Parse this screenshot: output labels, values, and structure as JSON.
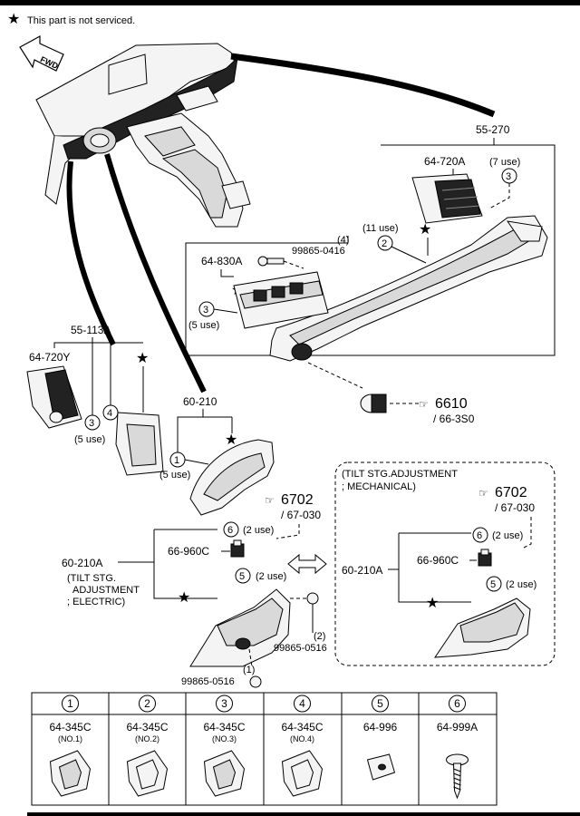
{
  "header": {
    "star": "★",
    "note": "This part is not serviced."
  },
  "fwd_label": "FWD",
  "group_top_right": {
    "title": "55-270",
    "p720A": "64-720A",
    "use7": "(7 use)",
    "use11": "(11 use)",
    "bolt": "99865-0416",
    "bolt_qty": "(4)",
    "p830A": "64-830A",
    "use5": "(5 use)",
    "ref_num": "6610",
    "ref_sub": "/ 66-3S0"
  },
  "group_left": {
    "title": "55-113A",
    "p720Y": "64-720Y",
    "use5": "(5 use)"
  },
  "group_center": {
    "title": "60-210",
    "use5": "(5 use)",
    "ref_num": "6702",
    "ref_sub": "/ 67-030"
  },
  "group_bottom_left": {
    "p210A": "60-210A",
    "p960C": "66-960C",
    "use2a": "(2 use)",
    "use2b": "(2 use)",
    "note1": "(TILT STG.",
    "note2": "ADJUSTMENT",
    "note3": "; ELECTRIC)",
    "bolt_right": "99865-0516",
    "bolt_right_qty": "(2)",
    "bolt_bottom": "99865-0516",
    "bolt_bottom_qty": "(1)"
  },
  "group_bottom_right": {
    "note1": "(TILT STG.ADJUSTMENT",
    "note2": "; MECHANICAL)",
    "ref_num": "6702",
    "ref_sub": "/ 67-030",
    "p210A": "60-210A",
    "p960C": "66-960C",
    "use2a": "(2 use)",
    "use2b": "(2 use)"
  },
  "callouts": [
    "1",
    "2",
    "3",
    "4",
    "5",
    "6"
  ],
  "legend": [
    {
      "num": "1",
      "part": "64-345C",
      "sub": "(NO.1)"
    },
    {
      "num": "2",
      "part": "64-345C",
      "sub": "(NO.2)"
    },
    {
      "num": "3",
      "part": "64-345C",
      "sub": "(NO.3)"
    },
    {
      "num": "4",
      "part": "64-345C",
      "sub": "(NO.4)"
    },
    {
      "num": "5",
      "part": "64-996",
      "sub": ""
    },
    {
      "num": "6",
      "part": "64-999A",
      "sub": ""
    }
  ]
}
